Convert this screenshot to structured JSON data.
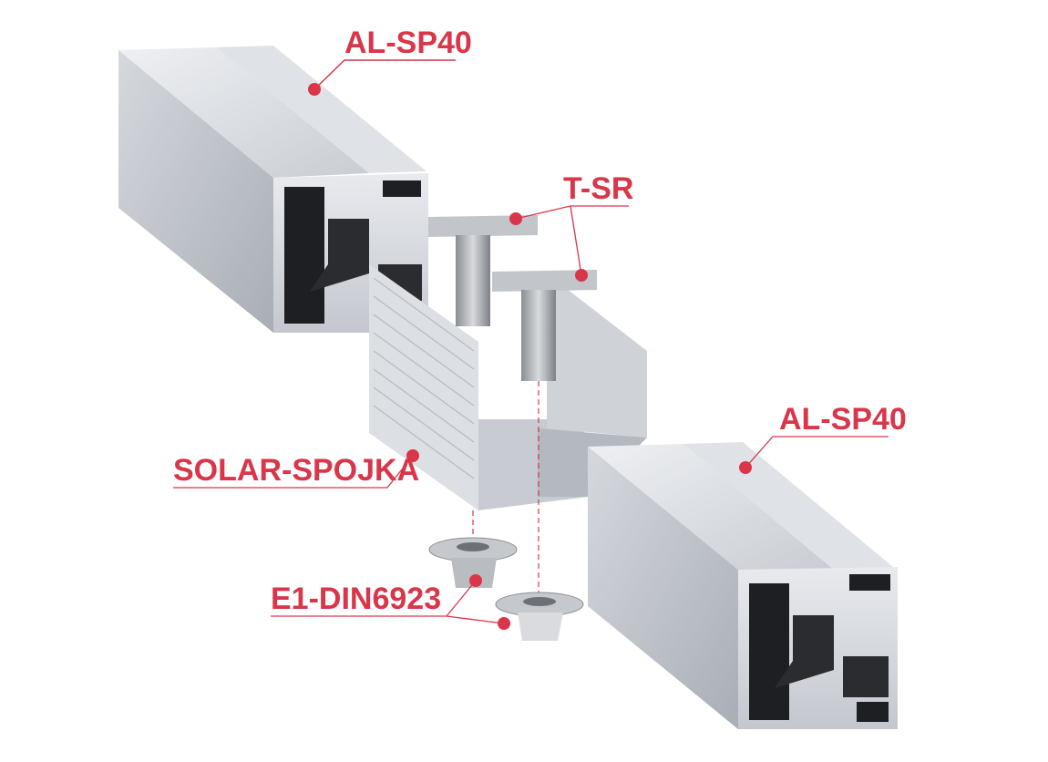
{
  "colors": {
    "accent": "#d9364a",
    "metal_light": "#e4e6ea",
    "metal_mid": "#b9bdc4",
    "metal_dark": "#8c9199",
    "cavity": "#1e1f22"
  },
  "labels": {
    "rail_top": "AL-SP40",
    "bolt": "T-SR",
    "rail_bottom": "AL-SP40",
    "connector": "SOLAR-SPOJKA",
    "nut": "E1-DIN6923"
  }
}
